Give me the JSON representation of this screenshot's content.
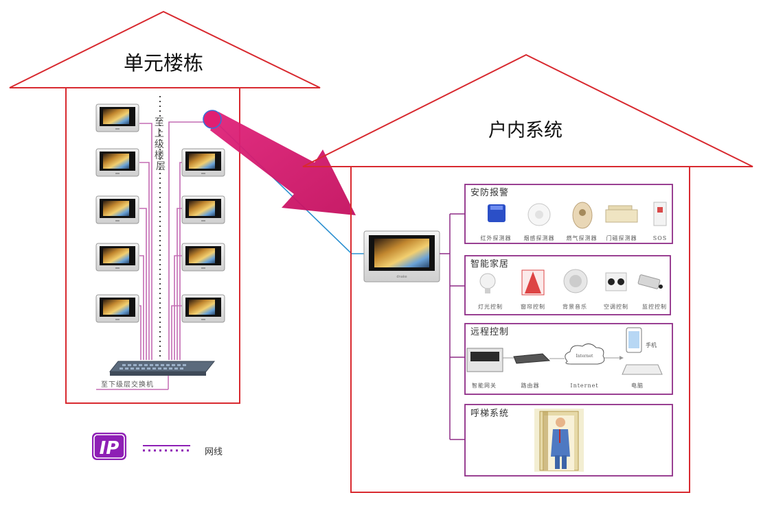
{
  "left_building": {
    "title": "单元楼栋",
    "riser_label": "至上级楼层",
    "switch_label": "至下级层交换机"
  },
  "right_building": {
    "title": "户内系统"
  },
  "legend": {
    "ip_logo": "IP",
    "cable_label": "网线"
  },
  "indoor_monitor": {
    "brand": "dnake"
  },
  "groups": {
    "security": {
      "title": "安防报警",
      "items": [
        "红外探测器",
        "烟感探测器",
        "燃气探测器",
        "门磁探测器",
        "SOS"
      ]
    },
    "smart_home": {
      "title": "智能家居",
      "items": [
        "灯光控制",
        "窗帘控制",
        "背景音乐",
        "空调控制",
        "监控控制"
      ]
    },
    "remote": {
      "title": "远程控制",
      "items": [
        "智能网关",
        "路由器",
        "Internet",
        "电脑"
      ],
      "cloud_label": "Internet",
      "phone_label": "手机"
    },
    "elevator": {
      "title": "呼梯系统"
    }
  },
  "colors": {
    "house_outline": "#d8292f",
    "group_border": "#8e2b86",
    "cable": "#c36bb3",
    "arrow": "#e01f72",
    "link_line": "#2a8fd0",
    "ip_logo_bg": "#8e1fb5"
  }
}
